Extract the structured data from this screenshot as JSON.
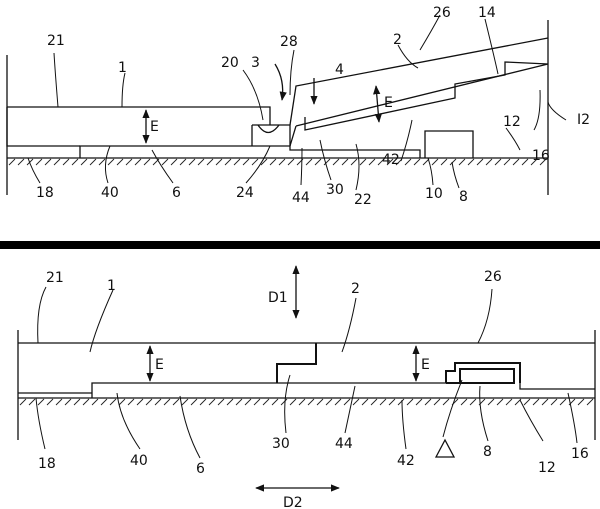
{
  "figure_1": {
    "labels": {
      "l21": "21",
      "l1": "1",
      "l20": "20",
      "l3": "3",
      "l28": "28",
      "l4": "4",
      "l2": "2",
      "l26": "26",
      "l14": "14",
      "lE1": "E",
      "lE2": "E",
      "l12": "12",
      "l16": "16",
      "lI2": "I2",
      "l18": "18",
      "l40": "40",
      "l6": "6",
      "l24": "24",
      "l44": "44",
      "l30": "30",
      "l22": "22",
      "l42": "42",
      "l10": "10",
      "l8": "8"
    }
  },
  "figure_2": {
    "labels": {
      "l21": "21",
      "l1": "1",
      "lD1": "D1",
      "l2": "2",
      "l26": "26",
      "lE1": "E",
      "lE2": "E",
      "l18": "18",
      "l40": "40",
      "l6": "6",
      "l30": "30",
      "l44": "44",
      "l42": "42",
      "l8": "8",
      "l12": "12",
      "l16": "16",
      "lD2": "D2"
    }
  }
}
